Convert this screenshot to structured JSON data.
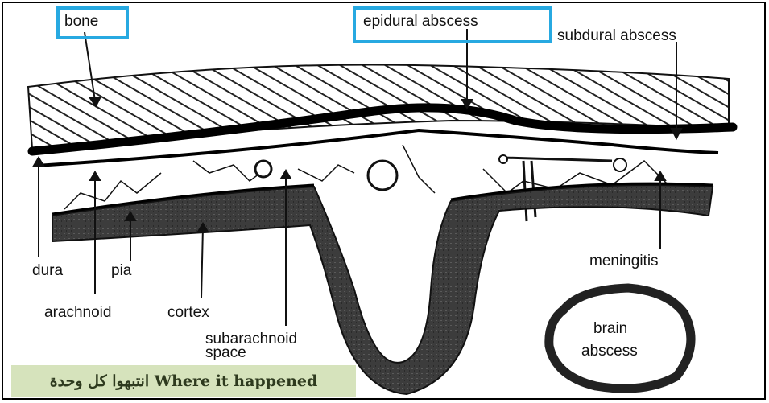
{
  "labels": {
    "bone": "bone",
    "epidural_abscess": "epidural abscess",
    "subdural_abscess": "subdural abscess",
    "dura": "dura",
    "pia": "pia",
    "arachnoid": "arachnoid",
    "cortex": "cortex",
    "subarachnoid_1": "subarachnoid",
    "subarachnoid_2": "space",
    "meningitis": "meningitis",
    "brain_abscess_1": "brain",
    "brain_abscess_2": "abscess"
  },
  "banner": {
    "text": "انتبهوا كل وحدة Where it happened"
  },
  "colors": {
    "highlight": "#27a9e1",
    "banner_bg": "#d6e3bc"
  }
}
